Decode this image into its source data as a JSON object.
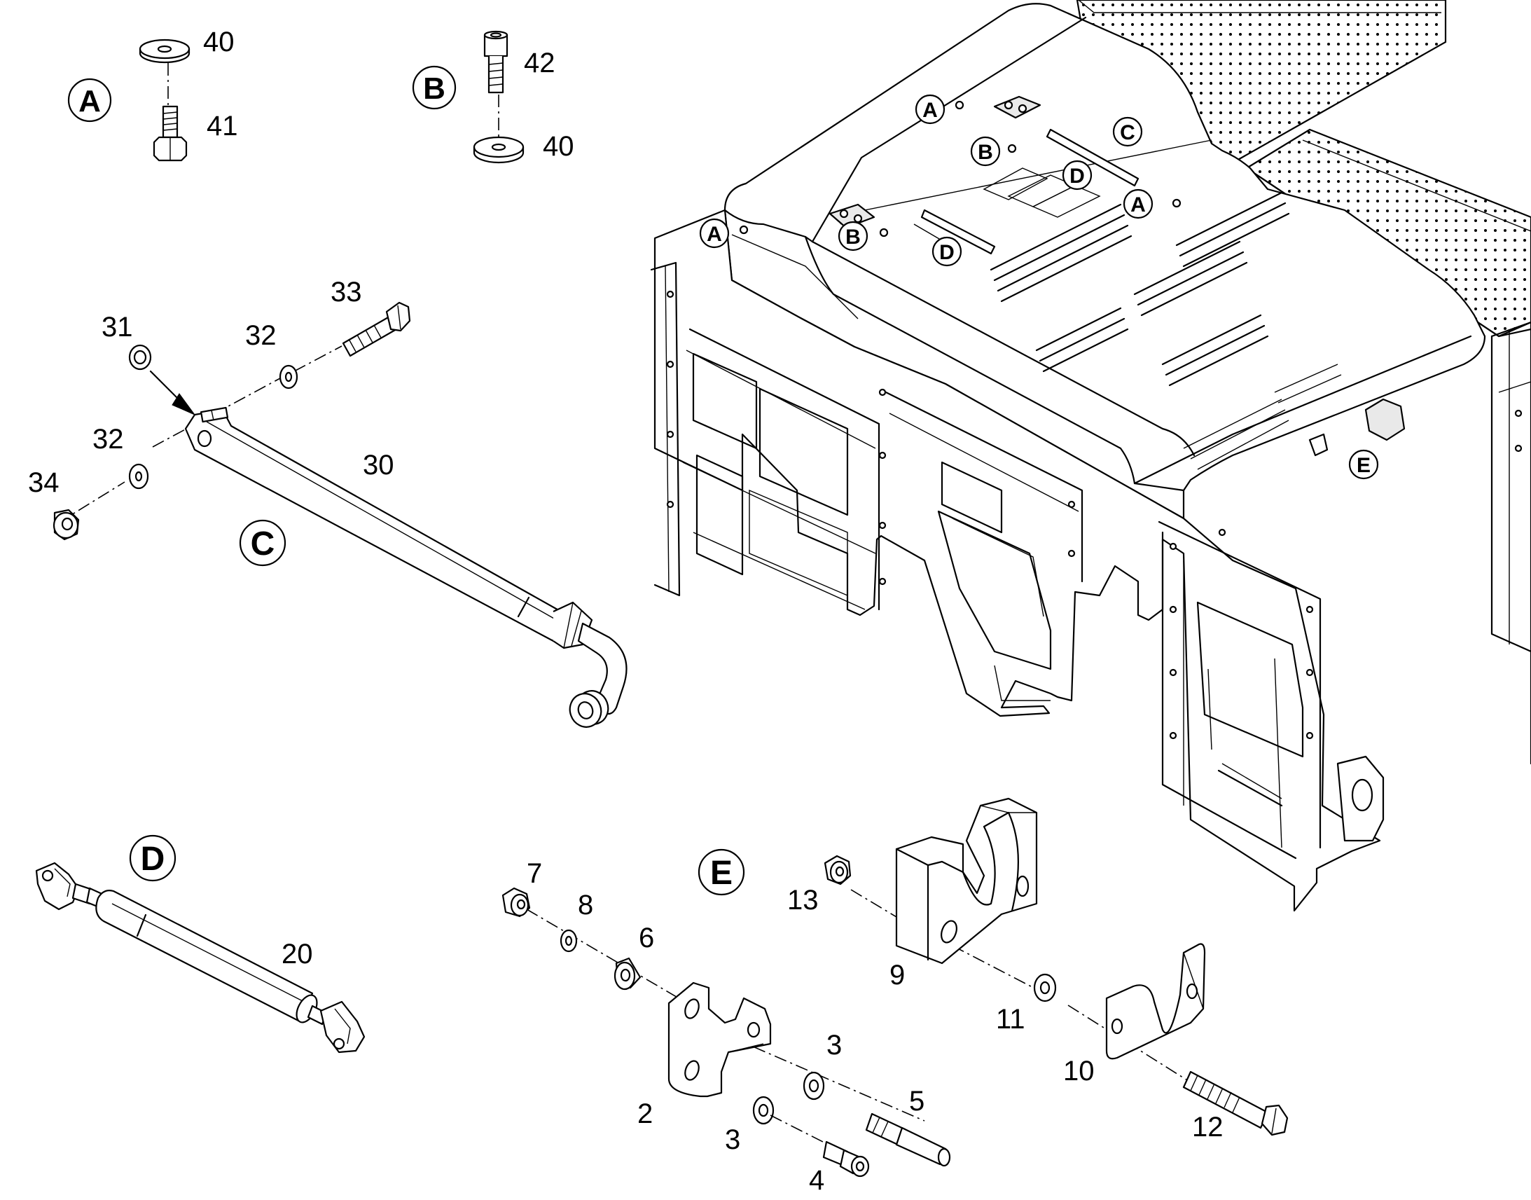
{
  "detail_labels": {
    "a": "A",
    "b": "B",
    "c": "C",
    "d": "D",
    "e": "E"
  },
  "part_numbers": {
    "p40_a": "40",
    "p41": "41",
    "p42": "42",
    "p40_b": "40",
    "p33": "33",
    "p31": "31",
    "p32_top": "32",
    "p32_bottom": "32",
    "p34": "34",
    "p30": "30",
    "p20": "20",
    "p7": "7",
    "p8": "8",
    "p6": "6",
    "p13": "13",
    "p9": "9",
    "p11": "11",
    "p10": "10",
    "p3_top": "3",
    "p3_bottom": "3",
    "p5": "5",
    "p2": "2",
    "p4": "4",
    "p12": "12"
  },
  "assembly_callouts": {
    "a1": "A",
    "a2": "A",
    "a3": "A",
    "b1": "B",
    "b2": "B",
    "c1": "C",
    "d1": "D",
    "d2": "D",
    "e1": "E"
  }
}
